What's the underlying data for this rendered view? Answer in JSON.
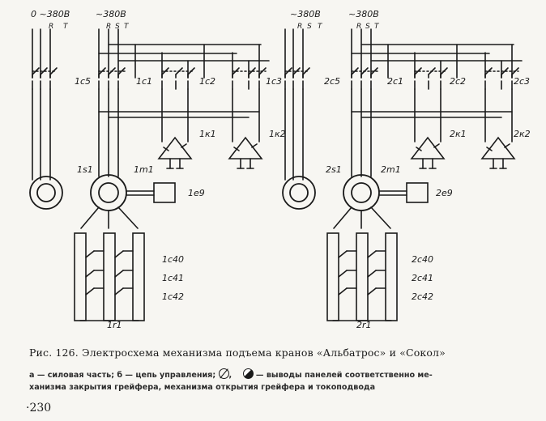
{
  "diagram": {
    "left": {
      "supply_left": "0 ~380В",
      "supply_right": "~380В",
      "phases": [
        "R",
        "S",
        "T"
      ],
      "labels": {
        "sw_a": "1с5",
        "sw_b": "1с1",
        "sw_c": "1с2",
        "sw_d": "1с3",
        "brake1": "1к1",
        "brake2": "1к2",
        "motor_a": "1s1",
        "motor_b": "1m1",
        "encoder": "1е9",
        "res1": "1с40",
        "res2": "1с41",
        "res3": "1с42",
        "resistor": "1r1"
      }
    },
    "right": {
      "supply_left": "~380В",
      "supply_right": "~380В",
      "phases": [
        "R",
        "S",
        "T"
      ],
      "labels": {
        "sw_a": "2с5",
        "sw_b": "2с1",
        "sw_c": "2с2",
        "sw_d": "2с3",
        "brake1": "2к1",
        "brake2": "2к2",
        "motor_a": "2s1",
        "motor_b": "2m1",
        "encoder": "2е9",
        "res1": "2с40",
        "res2": "2с41",
        "res3": "2с42",
        "resistor": "2r1"
      }
    }
  },
  "caption": {
    "title": "Рис. 126. Электросхема механизма подъема кранов «Альбатрос» и «Сокол»",
    "line2_a": "а — силовая часть; б — цепь управления;",
    "line2_b": ",",
    "line2_c": "— выводы панелей соответственно ме-",
    "line3": "ханизма закрытия грейфера, механизма открытия грейфера и токоподвода"
  },
  "page_number": "·230"
}
